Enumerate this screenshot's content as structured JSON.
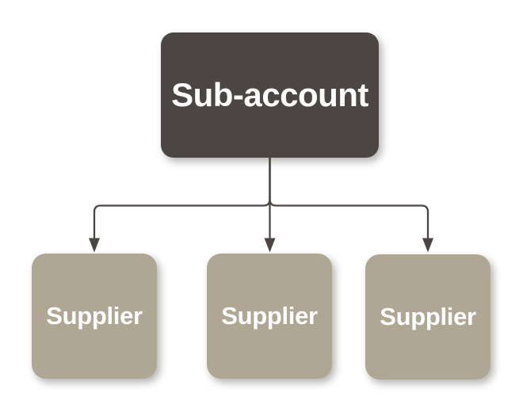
{
  "diagram": {
    "type": "flowchart",
    "direction": "top-down",
    "root": {
      "id": "sub-account",
      "label": "Sub-account"
    },
    "children": [
      {
        "id": "supplier-1",
        "label": "Supplier"
      },
      {
        "id": "supplier-2",
        "label": "Supplier"
      },
      {
        "id": "supplier-3",
        "label": "Supplier"
      }
    ],
    "edges": [
      {
        "from": "sub-account",
        "to": "supplier-1",
        "arrowhead": "triangle-down"
      },
      {
        "from": "sub-account",
        "to": "supplier-2",
        "arrowhead": "triangle-down"
      },
      {
        "from": "sub-account",
        "to": "supplier-3",
        "arrowhead": "triangle-down"
      }
    ]
  },
  "colors": {
    "background": "#FFFFFF",
    "parent_node_fill": "#4B4643",
    "child_node_fill": "#AFA793",
    "node_text": "#FFFFFF",
    "connector": "#4B4643"
  }
}
